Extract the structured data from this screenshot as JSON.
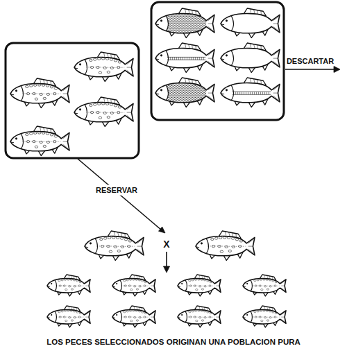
{
  "diagram": {
    "caption": "LOS PECES SELECCIONADOS ORIGINAN UNA POBLACION PURA",
    "labels": [
      "DESCARTAR",
      "RESERVAR",
      "X"
    ]
  }
}
